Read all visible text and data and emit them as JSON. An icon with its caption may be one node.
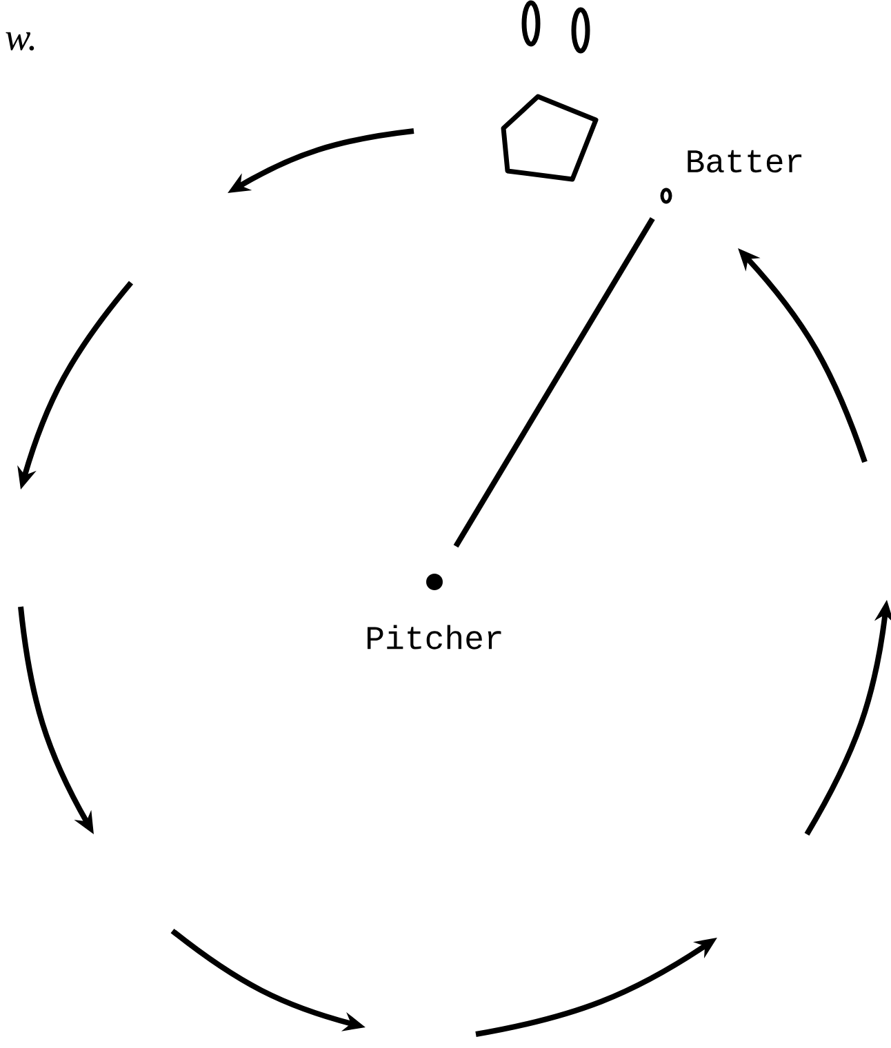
{
  "diagram": {
    "nodes": [
      {
        "text": [],
        "shape": "circle",
        "beside": [
          "Batter"
        ]
      },
      {
        "text": [],
        "shape": "circle",
        "beside": [
          "Pitcher"
        ]
      }
    ],
    "edges": [
      {
        "from": 0,
        "to": 1,
        "arrow": "none"
      }
    ],
    "labels": [
      "w."
    ]
  }
}
